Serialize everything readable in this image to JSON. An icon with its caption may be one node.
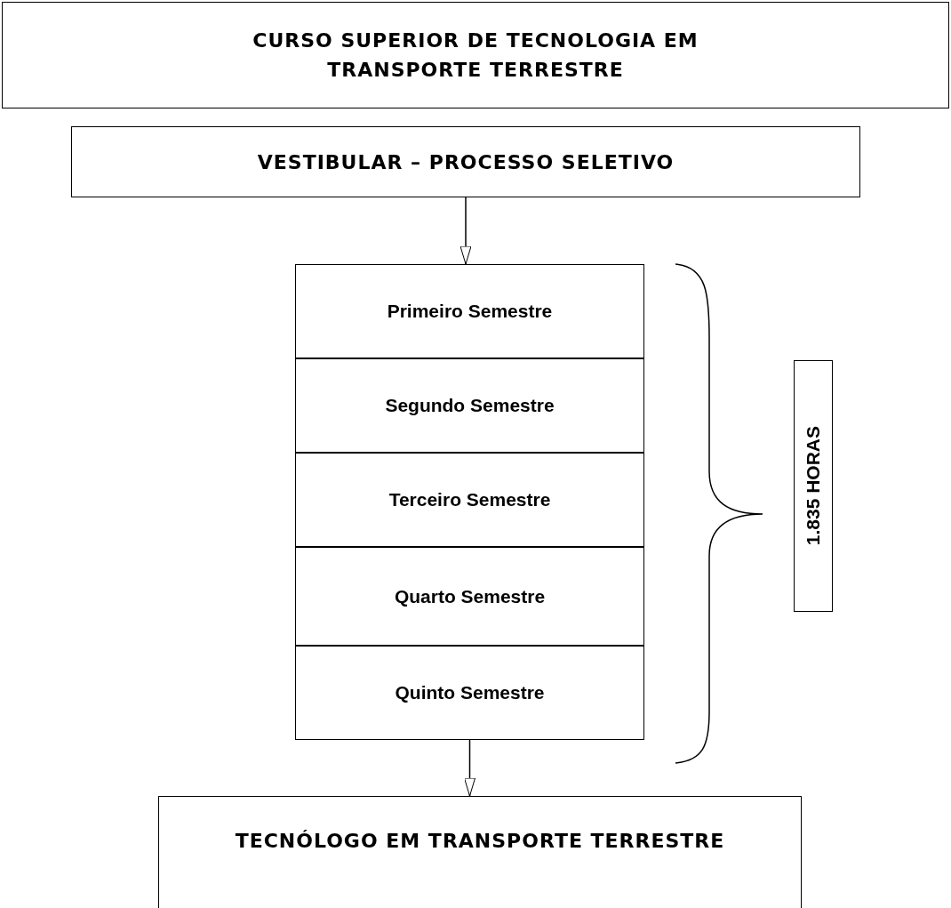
{
  "diagram": {
    "nodes": [
      {
        "text": [
          "CURSO SUPERIOR DE TECNOLOGIA EM TRANSPORTE TERRESTRE"
        ]
      },
      {
        "text": [
          "VESTIBULAR – PROCESSO SELETIVO"
        ]
      },
      {
        "text": [
          "Primeiro Semestre"
        ]
      },
      {
        "text": [
          "Segundo Semestre"
        ]
      },
      {
        "text": [
          "Terceiro Semestre"
        ]
      },
      {
        "text": [
          "Quarto Semestre"
        ]
      },
      {
        "text": [
          "Quinto Semestre"
        ]
      },
      {
        "text": [
          "1.835 HORAS"
        ]
      },
      {
        "text": [
          "TECNÓLOGO EM TRANSPORTE TERRESTRE"
        ]
      }
    ],
    "edges": [
      {
        "from": 1,
        "to": 2,
        "arrow": "to"
      },
      {
        "from": 6,
        "to": 8,
        "arrow": "to"
      }
    ]
  }
}
